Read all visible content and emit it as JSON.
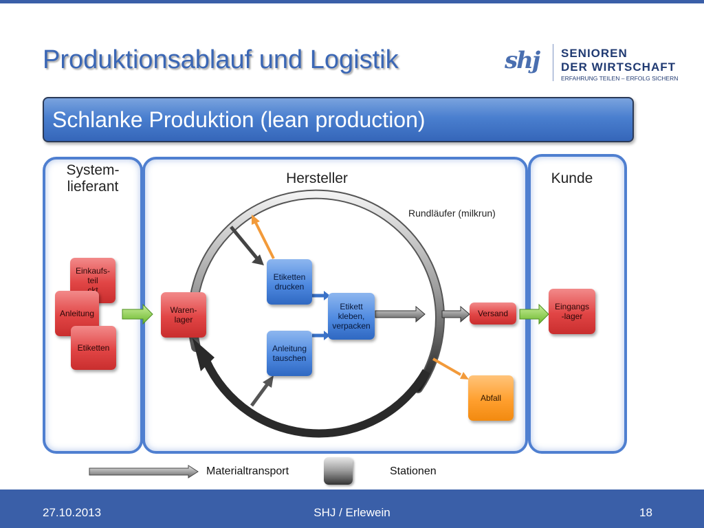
{
  "slide": {
    "title": "Produktionsablauf und Logistik",
    "subtitle": "Schlanke Produktion (lean production)"
  },
  "logo": {
    "mark": "shj",
    "line1": "SENIOREN",
    "line2": "DER WIRTSCHAFT",
    "line3": "ERFAHRUNG TEILEN – ERFOLG SICHERN"
  },
  "panels": {
    "systemlieferant": "System-\nlieferant",
    "hersteller": "Hersteller",
    "kunde": "Kunde"
  },
  "nodes": {
    "einkaufsteil": "Einkaufs-\nteil\nckt",
    "anleitung": "Anleitung",
    "etiketten": "Etiketten",
    "warenlager": "Waren-\nlager",
    "etiketten_drucken": "Etiketten\ndrucken",
    "etikett_kleben": "Etikett\nkleben,\nverpacken",
    "anleitung_tauschen": "Anleitung\ntauschen",
    "versand": "Versand",
    "eingangslager": "Eingangs\n-lager",
    "abfall": "Abfall"
  },
  "milkrun_label": "Rundläufer (milkrun)",
  "legend": {
    "material": "Materialtransport",
    "stations": "Stationen"
  },
  "footer": {
    "date": "27.10.2013",
    "author": "SHJ / Erlewein",
    "page": "18"
  },
  "colors": {
    "brand_blue": "#3a5fa8",
    "panel_border": "#4f7fd0",
    "node_red": "#e14545",
    "node_blue": "#4f8ae0",
    "node_orange": "#ff9f2e",
    "flow_green": "#8fd14f"
  }
}
